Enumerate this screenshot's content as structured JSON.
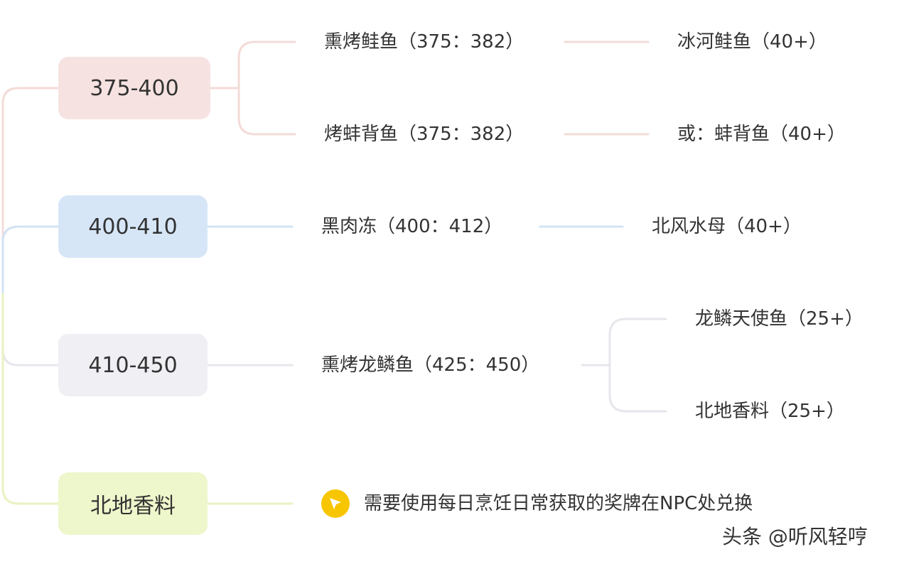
{
  "colors": {
    "pink_fill": "#F6E3E1",
    "pink_line": "#F3DBD8",
    "blue_fill": "#D6E6F7",
    "blue_line": "#D3E3F3",
    "gray_fill": "#EFEFF4",
    "gray_line": "#E6E6EC",
    "green_fill": "#EEF6CB",
    "green_line": "#EAF2C2",
    "note_icon": "#F7C600"
  },
  "branches": [
    {
      "range": "375-400",
      "items": [
        {
          "name": "熏烤鲑鱼（375：382）",
          "material": "冰河鲑鱼（40+）"
        },
        {
          "name": "烤蚌背鱼（375：382）",
          "material": "或：蚌背鱼（40+）"
        }
      ]
    },
    {
      "range": "400-410",
      "items": [
        {
          "name": "黑肉冻（400：412）",
          "material": "北风水母（40+）"
        }
      ]
    },
    {
      "range": "410-450",
      "items": [
        {
          "name": "熏烤龙鳞鱼（425：450）",
          "materials": [
            "龙鳞天使鱼（25+）",
            "北地香料（25+）"
          ]
        }
      ]
    },
    {
      "range": "北地香料",
      "note_icon": "flag-icon",
      "note": "需要使用每日烹饪日常获取的奖牌在NPC处兑换"
    }
  ],
  "watermark": "头条 @听风轻哼"
}
